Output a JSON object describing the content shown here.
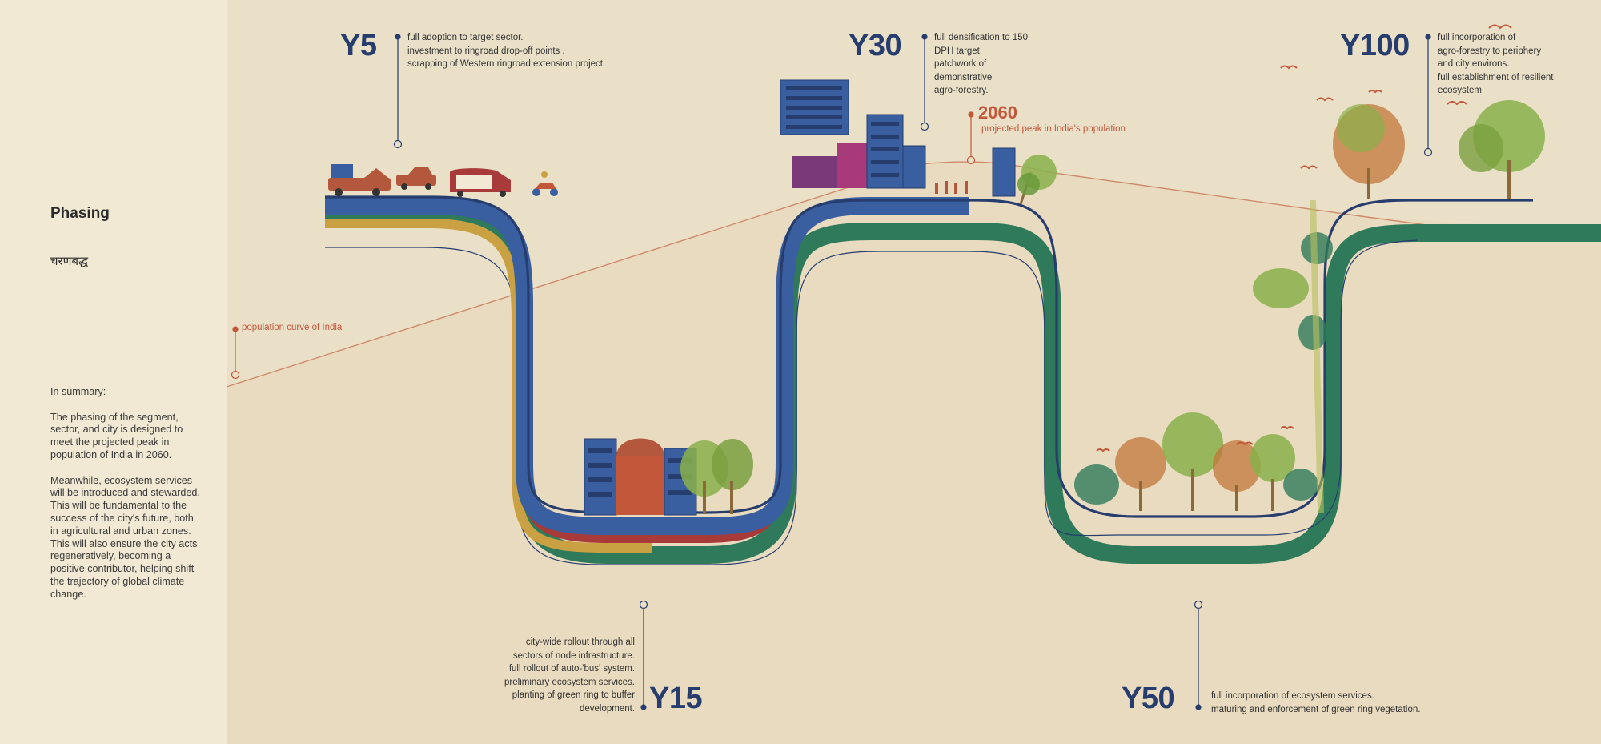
{
  "sidebar": {
    "title": "Phasing",
    "subtitle": "चरणबद्ध",
    "summary_intro": "In summary:",
    "summary_p1": "The phasing of the segment, sector, and city is designed to meet the projected peak in population of India in 2060.",
    "summary_p2": "Meanwhile, ecosystem services will be introduced and stewarded. This will be fundamental to the success of the city's future, both in agricultural and urban zones. This will also ensure the city acts regeneratively, becoming a positive contributor, helping shift the trajectory of global climate change."
  },
  "population": {
    "curve_label": "population curve of India",
    "peak_year": "2060",
    "peak_label": "projected peak in India's population"
  },
  "phases": {
    "y5": {
      "label": "Y5",
      "lines": [
        "full adoption to target sector.",
        "investment to ringroad drop-off points .",
        "scrapping of Western ringroad extension project."
      ]
    },
    "y15": {
      "label": "Y15",
      "lines": [
        "city-wide rollout through all",
        "sectors of node infrastructure.",
        "full rollout of auto-'bus' system.",
        "preliminary ecosystem services.",
        "planting of green ring to buffer",
        "development."
      ]
    },
    "y30": {
      "label": "Y30",
      "lines": [
        "full densification to 150",
        "DPH target.",
        "patchwork of",
        "demonstrative",
        "agro-forestry."
      ]
    },
    "y50": {
      "label": "Y50",
      "lines": [
        "full incorporation of ecosystem services.",
        "maturing and enforcement of green ring vegetation."
      ]
    },
    "y100": {
      "label": "Y100",
      "lines": [
        "full incorporation of",
        "agro-forestry to periphery",
        "and city environs.",
        "full establishment of resilient",
        "ecosystem"
      ]
    }
  },
  "colors": {
    "navy": "#263d6e",
    "blue_band": "#3a5fa0",
    "gold_band": "#c9a042",
    "red_band": "#a83a3a",
    "green_band": "#2f7a5a",
    "orange_accent": "#c2573a",
    "background": "#f1e9d3"
  }
}
